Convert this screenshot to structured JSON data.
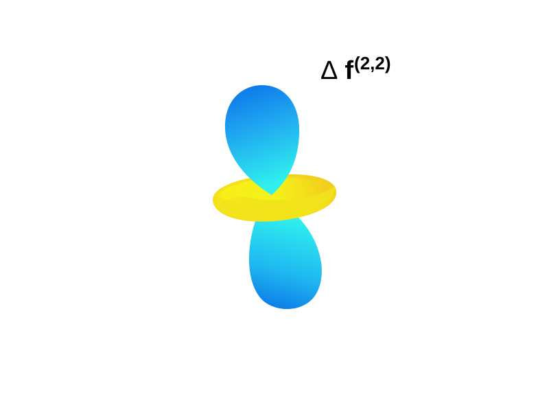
{
  "annotation": {
    "delta": "Δ",
    "symbol": "f",
    "superscript": "(2,2)"
  },
  "colors": {
    "lobe_dark": "#0a6fe8",
    "lobe_mid": "#1fa8f2",
    "lobe_light": "#2ff0ee",
    "ring_yellow": "#f9ec10",
    "ring_orange": "#f7c91a"
  }
}
